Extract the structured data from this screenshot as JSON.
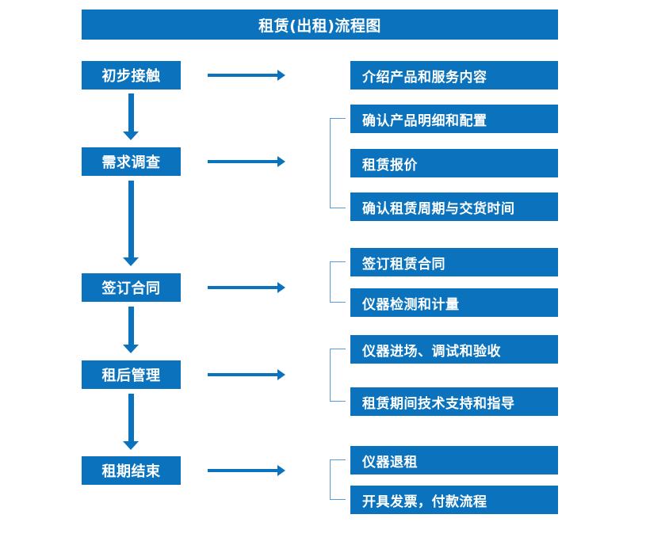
{
  "diagram": {
    "title": "租赁(出租)流程图",
    "colors": {
      "box_fill": "#0B73BE",
      "box_text": "#FFFFFF",
      "arrow": "#0B73BE",
      "bracket": "#5B9BD5",
      "background": "#FFFFFF"
    },
    "stages": [
      {
        "label": "初步接触"
      },
      {
        "label": "需求调查"
      },
      {
        "label": "签订合同"
      },
      {
        "label": "租后管理"
      },
      {
        "label": "租期结束"
      }
    ],
    "detail_groups": [
      {
        "items": [
          {
            "label": "介绍产品和服务内容"
          }
        ]
      },
      {
        "items": [
          {
            "label": "确认产品明细和配置"
          },
          {
            "label": "租赁报价"
          },
          {
            "label": "确认租赁周期与交货时间"
          }
        ]
      },
      {
        "items": [
          {
            "label": "签订租赁合同"
          },
          {
            "label": "仪器检测和计量"
          }
        ]
      },
      {
        "items": [
          {
            "label": "仪器进场、调试和验收"
          },
          {
            "label": "租赁期间技术支持和指导"
          }
        ]
      },
      {
        "items": [
          {
            "label": "仪器退租"
          },
          {
            "label": "开具发票，付款流程"
          }
        ]
      }
    ]
  }
}
